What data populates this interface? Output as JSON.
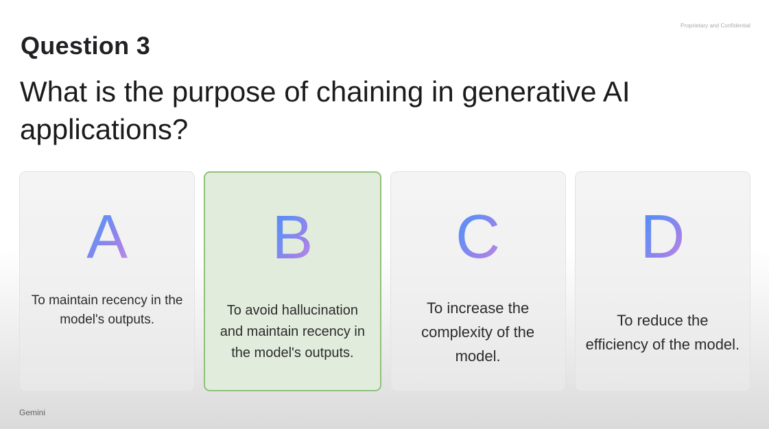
{
  "header": {
    "confidential": "Proprietary and Confidential",
    "question_label": "Question 3",
    "question_text": "What is the purpose of chaining in generative AI applications?"
  },
  "options": [
    {
      "letter": "A",
      "text": "To maintain recency in the model's outputs.",
      "selected": false
    },
    {
      "letter": "B",
      "text": "To avoid hallucination and maintain recency in the model's outputs.",
      "selected": true
    },
    {
      "letter": "C",
      "text": "To increase the complexity of the model.",
      "selected": false
    },
    {
      "letter": "D",
      "text": "To reduce the efficiency of the model.",
      "selected": false
    }
  ],
  "footer": {
    "brand": "Gemini"
  },
  "colors": {
    "selected_background": "#e2ecdd",
    "selected_border": "#8fc07a",
    "letter_gradient_start": "#4f86f7",
    "letter_gradient_end": "#c68fe0"
  }
}
